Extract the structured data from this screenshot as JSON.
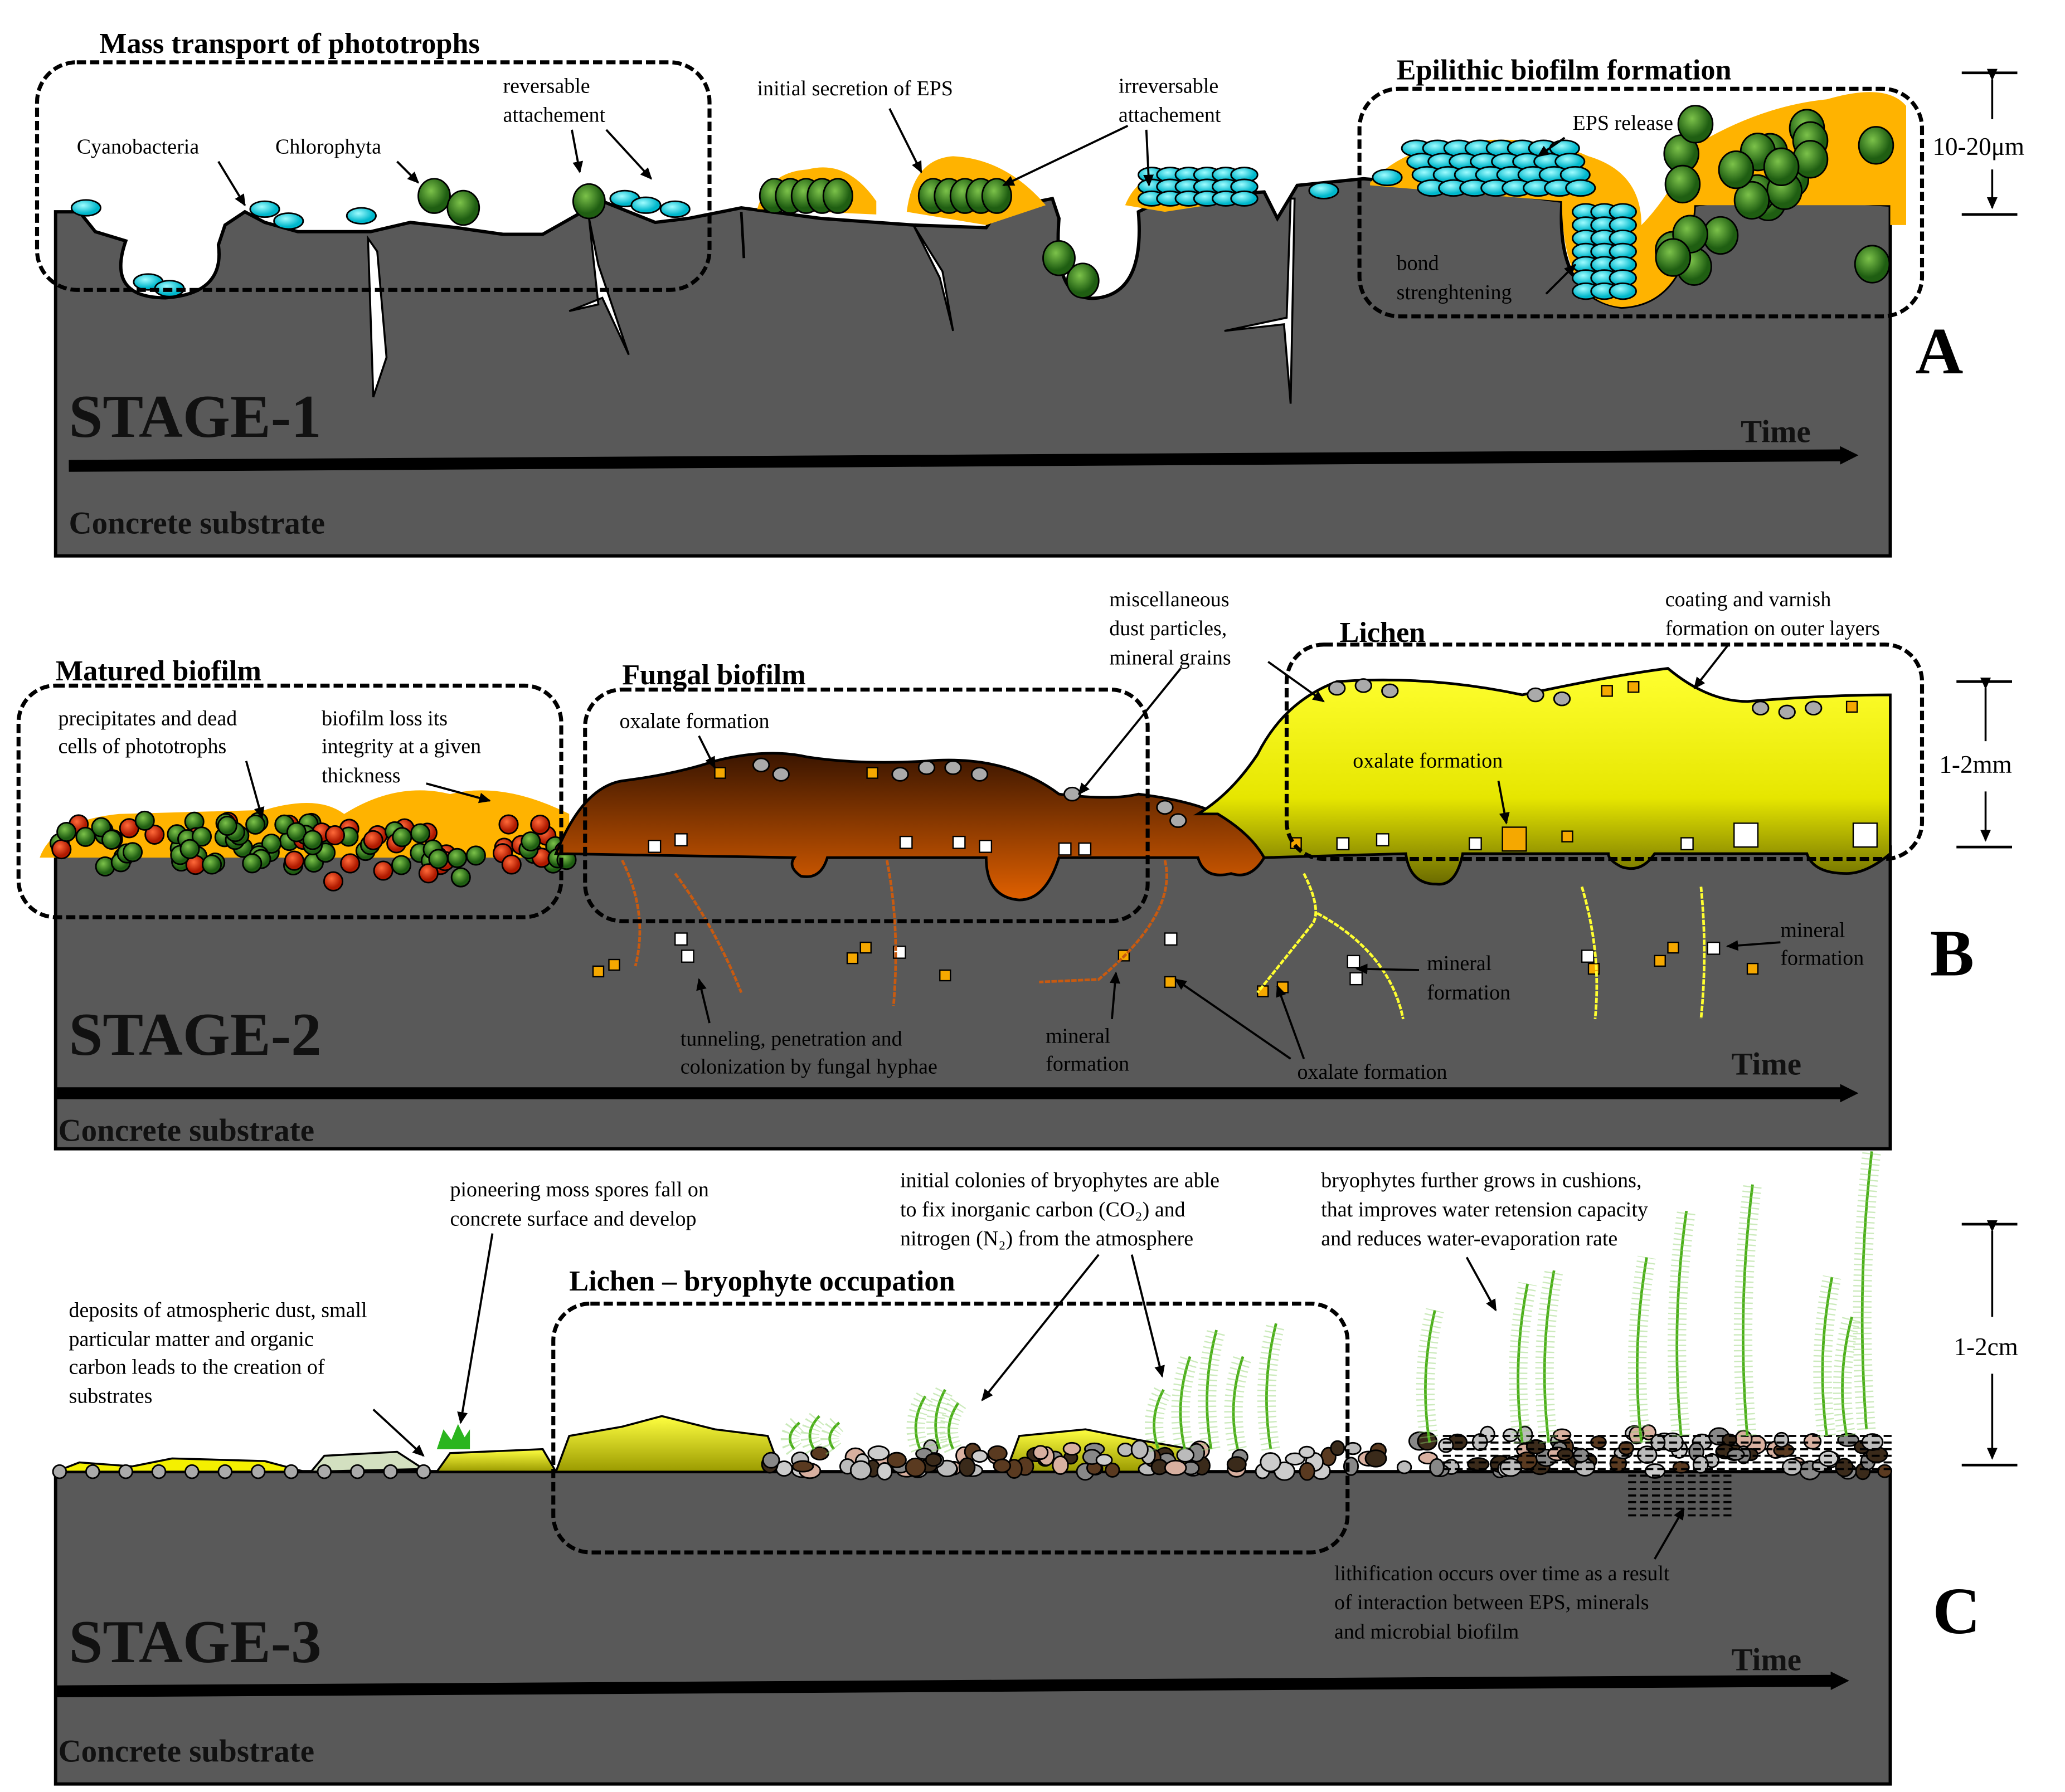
{
  "colors": {
    "substrate": "#595959",
    "cyanobacteria": "#00d8e8",
    "chlorophyta": "#3d9a2a",
    "eps": "#ffb300",
    "fungal": "#7a2f00",
    "lichen": "#f4f000",
    "oxalate": "#f5a800",
    "mineral": "#ffffff",
    "moss": "#4caf1a"
  },
  "panelA": {
    "letter": "A",
    "stage": "STAGE-1",
    "time": "Time",
    "substrate": "Concrete substrate",
    "scale": "10-20μm",
    "box1_title": "Mass transport of phototrophs",
    "box2_title": "Epilithic biofilm formation",
    "labels": {
      "cyanobacteria": "Cyanobacteria",
      "chlorophyta": "Chlorophyta",
      "reversable": [
        "reversable",
        "attachement"
      ],
      "eps_secretion": "initial secretion of EPS",
      "irreversable": [
        "irreversable",
        "attachement"
      ],
      "eps_release": "EPS release",
      "bond": [
        "bond",
        "strenghtening"
      ]
    }
  },
  "panelB": {
    "letter": "B",
    "stage": "STAGE-2",
    "time": "Time",
    "substrate": "Concrete substrate",
    "scale": "1-2mm",
    "box1_title": "Matured biofilm",
    "box2_title": "Fungal biofilm",
    "box3_title": "Lichen",
    "labels": {
      "precipitates": [
        "precipitates and dead",
        "cells of phototrophs"
      ],
      "loss": [
        "biofilm loss its",
        "integrity at a given",
        "thickness"
      ],
      "oxalate1": "oxalate formation",
      "dust": [
        "miscellaneous",
        "dust particles,",
        "mineral grains"
      ],
      "coating": [
        "coating and varnish",
        "formation on outer layers"
      ],
      "oxalate2": "oxalate formation",
      "tunneling": [
        "tunneling, penetration and",
        "colonization by fungal hyphae"
      ],
      "mineral1": [
        "mineral",
        "formation"
      ],
      "oxalate3": "oxalate formation",
      "mineral2": [
        "mineral",
        "formation"
      ],
      "mineral3": [
        "mineral",
        "formation"
      ]
    }
  },
  "panelC": {
    "letter": "C",
    "stage": "STAGE-3",
    "time": "Time",
    "substrate": "Concrete substrate",
    "scale": "1-2cm",
    "box_title": "Lichen – bryophyte occupation",
    "labels": {
      "deposits": [
        "deposits of atmospheric dust, small",
        "particular matter and organic",
        "carbon leads to the creation of",
        "substrates"
      ],
      "moss": [
        "pioneering moss spores fall on",
        "concrete surface and develop"
      ],
      "colonies": [
        "initial colonies of bryophytes are able",
        "to fix inorganic carbon (CO₂) and",
        "nitrogen (N₂) from the atmosphere"
      ],
      "cushions": [
        "bryophytes further grows in cushions,",
        "that improves water retension capacity",
        "and reduces water-evaporation rate"
      ],
      "lithification": [
        "lithification occurs over time as a result",
        "of interaction between EPS, minerals",
        "and microbial biofilm"
      ]
    }
  }
}
